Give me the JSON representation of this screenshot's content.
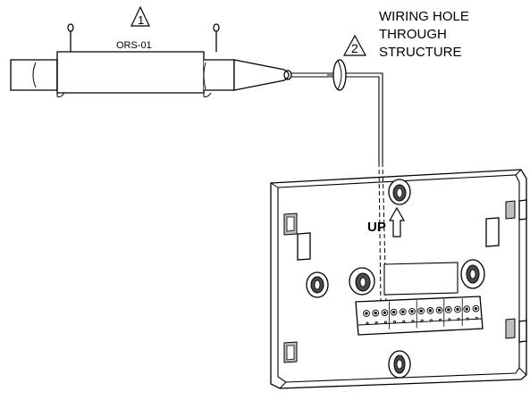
{
  "sensor": {
    "model_label": "ORS-01",
    "callout_number": "1"
  },
  "wiring": {
    "callout_number": "2",
    "note_lines": [
      "WIRING HOLE",
      "THROUGH",
      "STRUCTURE"
    ]
  },
  "wallplate": {
    "orientation_label": "UP"
  },
  "colors": {
    "line": "#000000",
    "background": "#ffffff",
    "mid_gray": "#bfbfbf",
    "dark_gray": "#4a4a4a"
  }
}
